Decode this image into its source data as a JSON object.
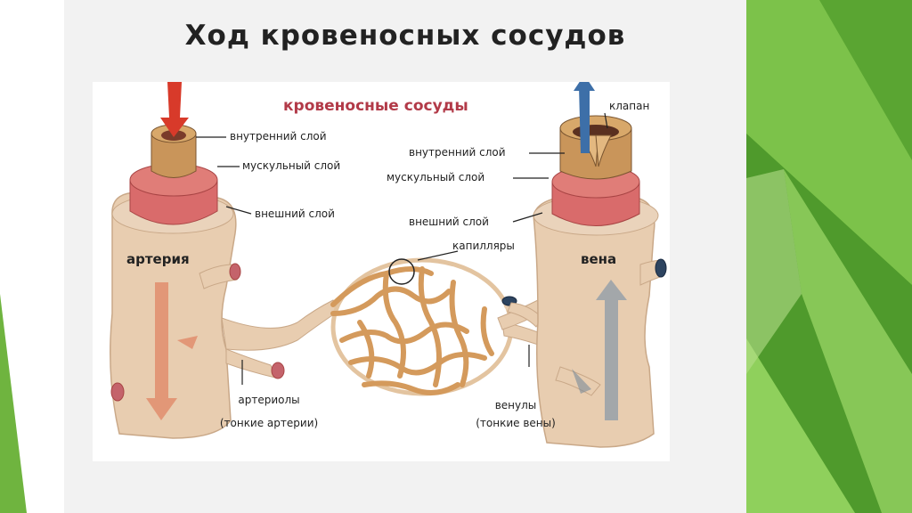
{
  "slide": {
    "title": "Ход кровеносных сосудов"
  },
  "diagram": {
    "title": "кровеносные сосуды",
    "labels": {
      "artery_inner": "внутренний слой",
      "artery_muscle": "мускульный слой",
      "artery_outer": "внешний слой",
      "vein_valve": "клапан",
      "vein_inner": "внутренний слой",
      "vein_muscle": "мускульный слой",
      "vein_outer": "внешний слой",
      "capillaries": "капилляры",
      "artery": "артерия",
      "vein": "вена",
      "arterioles_line1": "артериолы",
      "arterioles_line2": "(тонкие артерии)",
      "venules_line1": "венулы",
      "venules_line2": "(тонкие вены)"
    }
  },
  "colors": {
    "vessel": "#e8cdb0",
    "muscle": "#d96b6b",
    "capillary": "#d49a5c",
    "arrow_red": "#d83a2a",
    "arrow_blue": "#3d6fa8",
    "title_red": "#b23a48",
    "green": "#6fb43f"
  }
}
